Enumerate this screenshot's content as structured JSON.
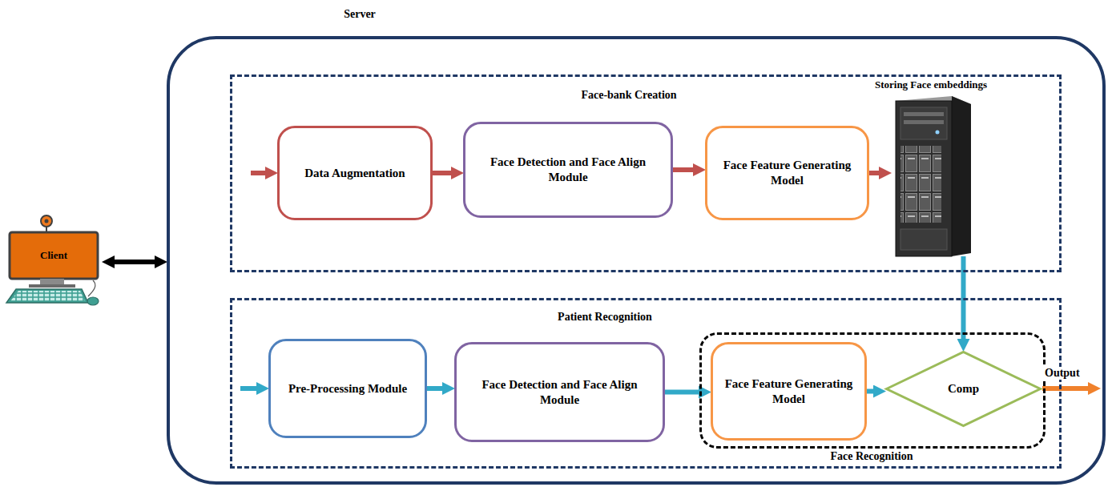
{
  "diagram": {
    "nodes": [
      {
        "text": [
          "Client"
        ]
      },
      {
        "text": [
          "Server"
        ]
      },
      {
        "text": [
          "Face-bank Creation"
        ],
        "in": 1
      },
      {
        "text": [
          "Data Augmentation"
        ],
        "in": 2
      },
      {
        "text": [
          "Face Detection and Face Align Module"
        ],
        "in": 2
      },
      {
        "text": [
          "Face Feature Generating Model"
        ],
        "in": 2
      },
      {
        "text": [
          "Storing Face embeddings"
        ],
        "in": 2
      },
      {
        "text": [
          "Patient Recognition"
        ],
        "in": 1
      },
      {
        "text": [
          "Pre-Processing Module"
        ],
        "in": 7
      },
      {
        "text": [
          "Face Detection and Face Align Module"
        ],
        "in": 7
      },
      {
        "text": [
          "Face Recognition"
        ],
        "in": 7
      },
      {
        "text": [
          "Face Feature Generating Model"
        ],
        "in": 10
      },
      {
        "text": [
          "Comp"
        ],
        "in": 10
      }
    ],
    "edges": [
      {
        "from": 0,
        "to": 1,
        "arrow": "both"
      },
      {
        "from": 3,
        "to": 4,
        "arrow": "to"
      },
      {
        "from": 4,
        "to": 5,
        "arrow": "to"
      },
      {
        "from": 5,
        "to": 6,
        "arrow": "to"
      },
      {
        "from": 6,
        "to": 12,
        "arrow": "to"
      },
      {
        "from": 8,
        "to": 9,
        "arrow": "to"
      },
      {
        "from": 9,
        "to": 11,
        "arrow": "to"
      },
      {
        "from": 11,
        "to": 12,
        "arrow": "to"
      }
    ],
    "labels": [
      "Output"
    ]
  }
}
